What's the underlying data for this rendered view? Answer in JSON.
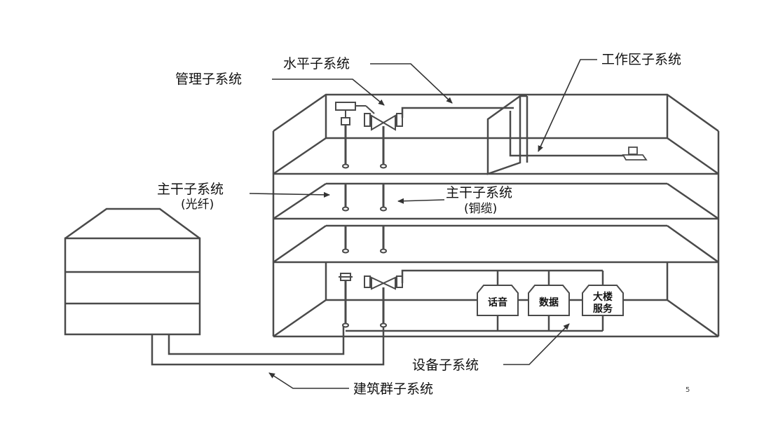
{
  "labels": {
    "horizontal": "水平子系统",
    "management": "管理子系统",
    "work_area": "工作区子系统",
    "backbone_fiber": "主干子系统",
    "backbone_fiber_sub": "(光纤)",
    "backbone_copper": "主干子系统",
    "backbone_copper_sub": "(铜缆)",
    "equipment": "设备子系统",
    "campus": "建筑群子系统"
  },
  "equipment_boxes": {
    "voice": "话音",
    "data": "数据",
    "building_service_line1": "大楼",
    "building_service_line2": "服务"
  },
  "page_number": "5",
  "colors": {
    "line": "#4a4a4a",
    "text": "#111111"
  },
  "icons": [
    "computer-icon",
    "patch-panel-icon",
    "connector-icon"
  ]
}
